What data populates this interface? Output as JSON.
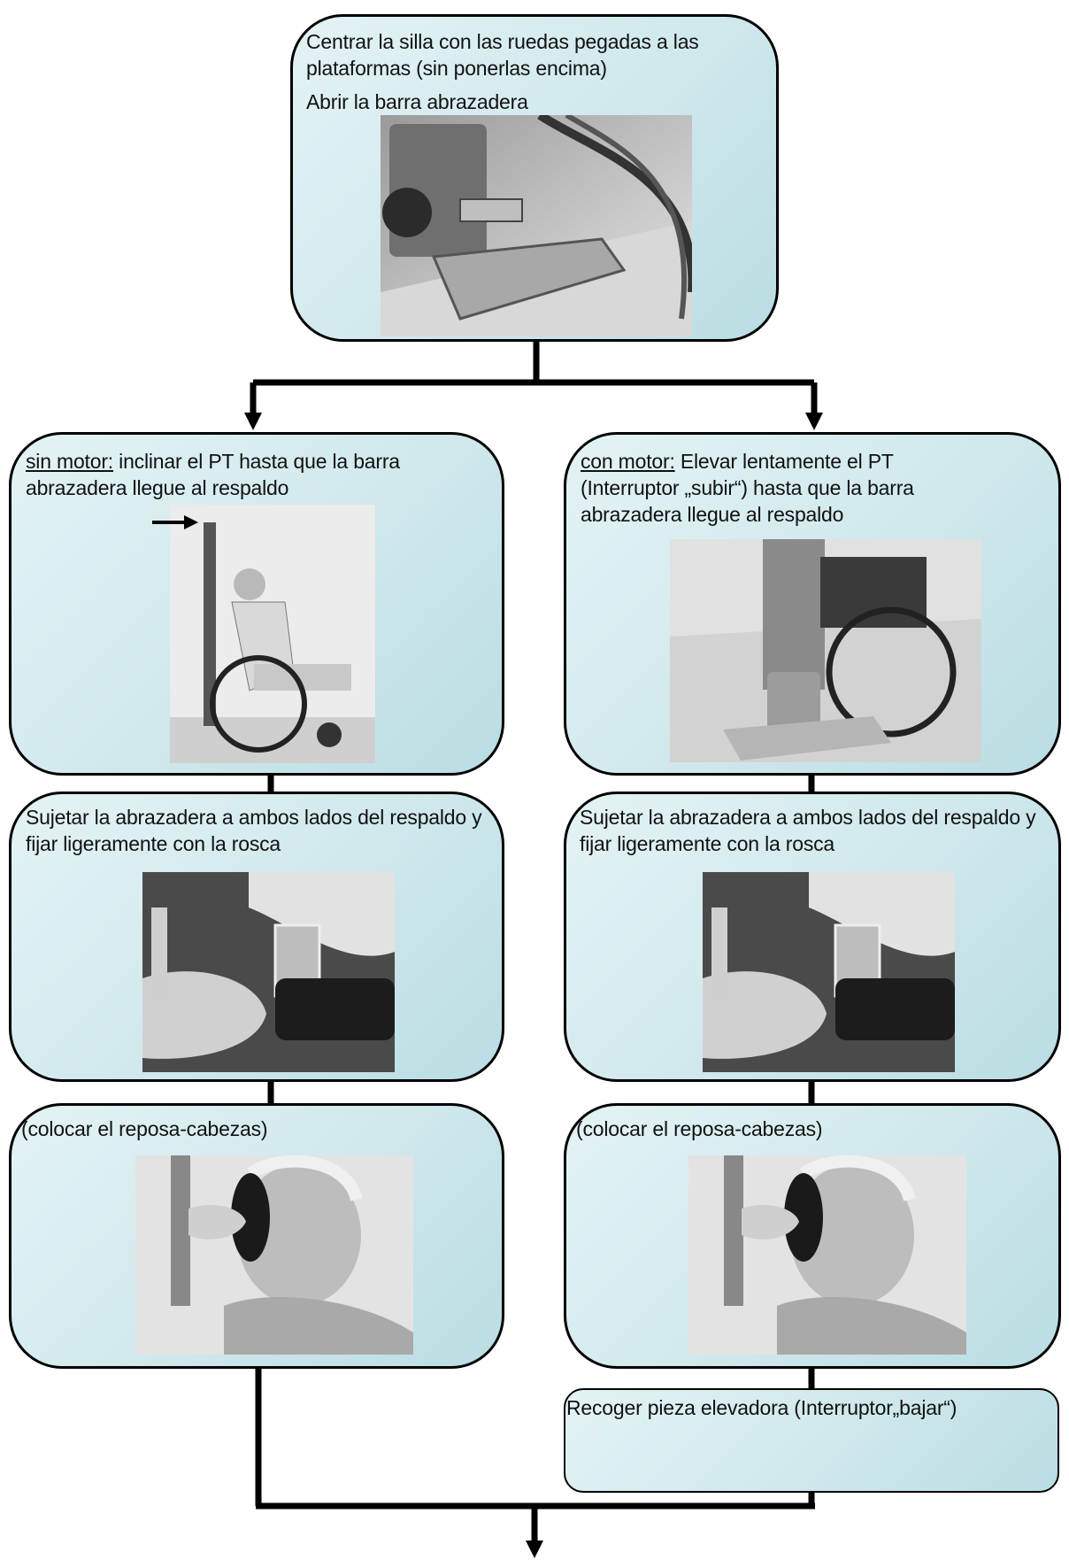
{
  "steps": {
    "top": {
      "line1": "Centrar la silla con las ruedas pegadas a las plataformas (sin ponerlas encima)",
      "line2": "Abrir  la barra abrazadera"
    },
    "left_tilt": {
      "lead": "sin motor:",
      "text": " inclinar el PT hasta que la barra abrazadera llegue al respaldo"
    },
    "right_raise": {
      "lead": "con motor:",
      "text": "  Elevar lentamente el PT (Interruptor „subir“) hasta que la barra abrazadera llegue al respaldo"
    },
    "left_clamp": {
      "text": "Sujetar la abrazadera a ambos lados del respaldo y fijar ligeramente con  la rosca"
    },
    "right_clamp": {
      "text": "Sujetar la abrazadera a ambos lados del respaldo y fijar ligeramente con  la rosca"
    },
    "left_headrest": {
      "text": "(colocar el reposa-cabezas)"
    },
    "right_headrest": {
      "text": "(colocar el reposa-cabezas)"
    },
    "retract": {
      "text": "Recoger pieza elevadora (Interruptor„bajar“)"
    }
  },
  "colors": {
    "box_fill_light": "#e4f3f5",
    "box_fill_dark": "#b9dde3",
    "stroke": "#000000"
  }
}
